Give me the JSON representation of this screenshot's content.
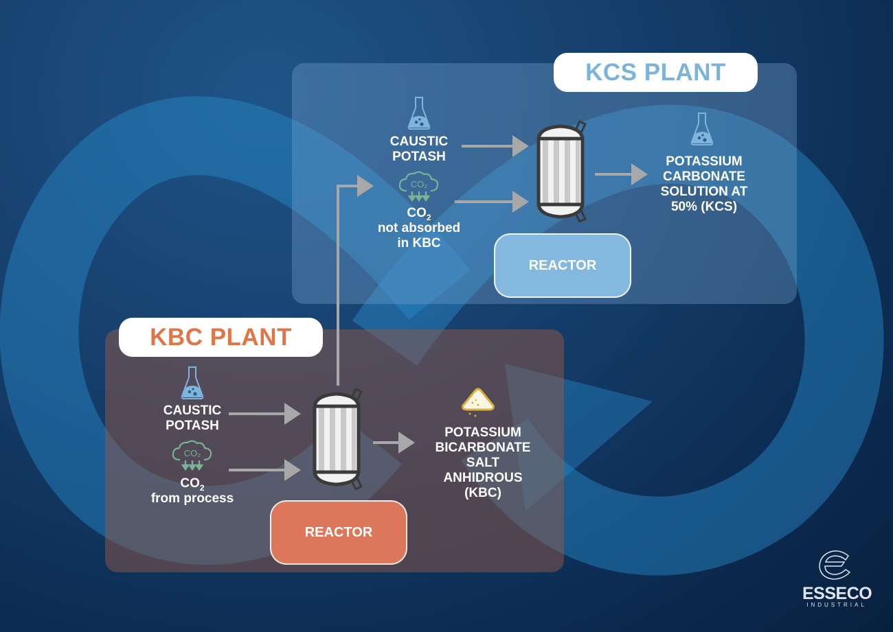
{
  "kcs_plant": {
    "title": "KCS PLANT",
    "accent": "#7bb3d9",
    "input_1": {
      "icon": "flask-icon",
      "label_lines": [
        "CAUSTIC",
        "POTASH"
      ]
    },
    "input_2": {
      "icon": "co2-cloud-icon",
      "formula": "CO",
      "subscript": "2",
      "label_lines": [
        "not absorbed",
        "in KBC"
      ]
    },
    "reactor_label": "REACTOR",
    "output": {
      "icon": "flask-icon",
      "label_lines": [
        "POTASSIUM",
        "CARBONATE",
        "SOLUTION AT",
        "50% (KCS)"
      ]
    }
  },
  "kbc_plant": {
    "title": "KBC PLANT",
    "accent": "#de7648",
    "input_1": {
      "icon": "flask-icon",
      "label_lines": [
        "CAUSTIC",
        "POTASH"
      ]
    },
    "input_2": {
      "icon": "co2-cloud-icon",
      "formula": "CO",
      "subscript": "2",
      "label_lines": [
        "from process"
      ]
    },
    "reactor_label": "REACTOR",
    "output": {
      "icon": "salt-pile-icon",
      "label_lines": [
        "POTASSIUM",
        "BICARBONATE",
        "SALT",
        "ANHIDROUS",
        "(KBC)"
      ]
    }
  },
  "icon_text": {
    "co2": "CO₂"
  },
  "logo": {
    "main": "ESSECO",
    "sub": "INDUSTRIAL"
  }
}
